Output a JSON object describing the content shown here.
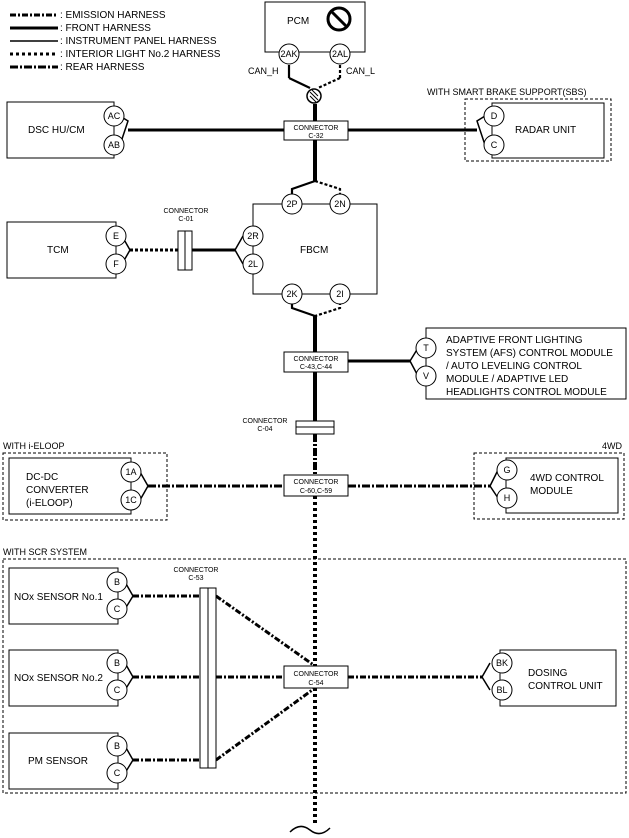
{
  "legend": [
    {
      "style": "emission",
      "label": ": EMISSION HARNESS"
    },
    {
      "style": "front",
      "label": ": FRONT HARNESS"
    },
    {
      "style": "instrument",
      "label": ": INSTRUMENT PANEL HARNESS"
    },
    {
      "style": "interior",
      "label": ": INTERIOR LIGHT No.2 HARNESS"
    },
    {
      "style": "rear",
      "label": ": REAR HARNESS"
    }
  ],
  "modules": {
    "pcm": {
      "label": "PCM"
    },
    "dsc": {
      "label": "DSC HU/CM"
    },
    "radar": {
      "label": "RADAR UNIT"
    },
    "tcm": {
      "label": "TCM"
    },
    "fbcm": {
      "label": "FBCM"
    },
    "afs": {
      "lines": [
        "ADAPTIVE FRONT LIGHTING",
        "SYSTEM (AFS) CONTROL MODULE",
        "/ AUTO LEVELING CONTROL",
        "MODULE / ADAPTIVE LED",
        "HEADLIGHTS CONTROL MODULE"
      ]
    },
    "dcdc": {
      "lines": [
        "DC-DC",
        "CONVERTER",
        "(i-ELOOP)"
      ]
    },
    "awd": {
      "lines": [
        "4WD CONTROL",
        "MODULE"
      ]
    },
    "nox1": {
      "label": "NOx SENSOR No.1"
    },
    "nox2": {
      "label": "NOx SENSOR No.2"
    },
    "pm": {
      "label": "PM SENSOR"
    },
    "dcu": {
      "lines": [
        "DOSING",
        "CONTROL UNIT"
      ]
    }
  },
  "groups": {
    "sbs": "WITH SMART BRAKE SUPPORT(SBS)",
    "ieloop": "WITH i-ELOOP",
    "awd": "4WD",
    "scr": "WITH SCR SYSTEM"
  },
  "connectors": {
    "c32": {
      "title": "CONNECTOR",
      "id": "C-32"
    },
    "c01": {
      "title": "CONNECTOR",
      "id": "C-01"
    },
    "c4344": {
      "title": "CONNECTOR",
      "id": "C-43,C-44"
    },
    "c04": {
      "title": "CONNECTOR",
      "id": "C-04"
    },
    "c6059": {
      "title": "CONNECTOR",
      "id": "C-60,C-59"
    },
    "c53": {
      "title": "CONNECTOR",
      "id": "C-53"
    },
    "c54": {
      "title": "CONNECTOR",
      "id": "C-54"
    }
  },
  "pins": {
    "pcm_h": "2AK",
    "pcm_l": "2AL",
    "dsc_1": "AC",
    "dsc_2": "AB",
    "radar_1": "D",
    "radar_2": "C",
    "tcm_1": "E",
    "tcm_2": "F",
    "fbcm_2p": "2P",
    "fbcm_2n": "2N",
    "fbcm_2r": "2R",
    "fbcm_2l": "2L",
    "fbcm_2k": "2K",
    "fbcm_2i": "2I",
    "afs_1": "T",
    "afs_2": "V",
    "dcdc_1": "1A",
    "dcdc_2": "1C",
    "awd_1": "G",
    "awd_2": "H",
    "nox1_1": "B",
    "nox1_2": "C",
    "nox2_1": "B",
    "nox2_2": "C",
    "pm_1": "B",
    "pm_2": "C",
    "dcu_1": "BK",
    "dcu_2": "BL"
  },
  "labels": {
    "can_h": "CAN_H",
    "can_l": "CAN_L"
  },
  "icons": [
    "prohibition-icon",
    "terminating-resistor-icon",
    "wire-break-icon"
  ]
}
